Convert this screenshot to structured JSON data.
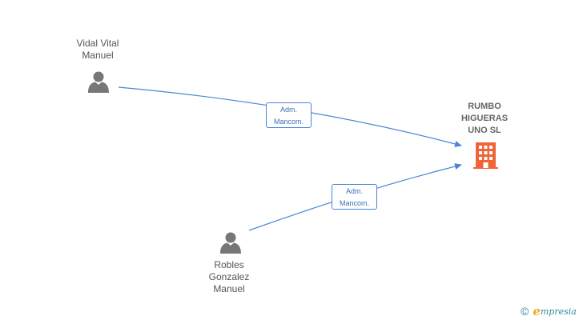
{
  "nodes": {
    "person1": {
      "name": "Vidal Vital\nManuel",
      "icon": "person-icon"
    },
    "person2": {
      "name": "Robles\nGonzalez\nManuel",
      "icon": "person-icon"
    },
    "company": {
      "name": "RUMBO\nHIGUERAS\nUNO SL",
      "icon": "building-icon"
    }
  },
  "edges": [
    {
      "from": "person1",
      "to": "company",
      "label_line1": "Adm.",
      "label_line2": "Mancom."
    },
    {
      "from": "person2",
      "to": "company",
      "label_line1": "Adm.",
      "label_line2": "Mancom."
    }
  ],
  "brand": {
    "copyright_symbol": "©",
    "name_initial": "e",
    "name_rest": "mpresia"
  },
  "colors": {
    "edge": "#4a86d4",
    "person_icon": "#777777",
    "company_icon": "#f0643a",
    "label_text": "#555555"
  }
}
